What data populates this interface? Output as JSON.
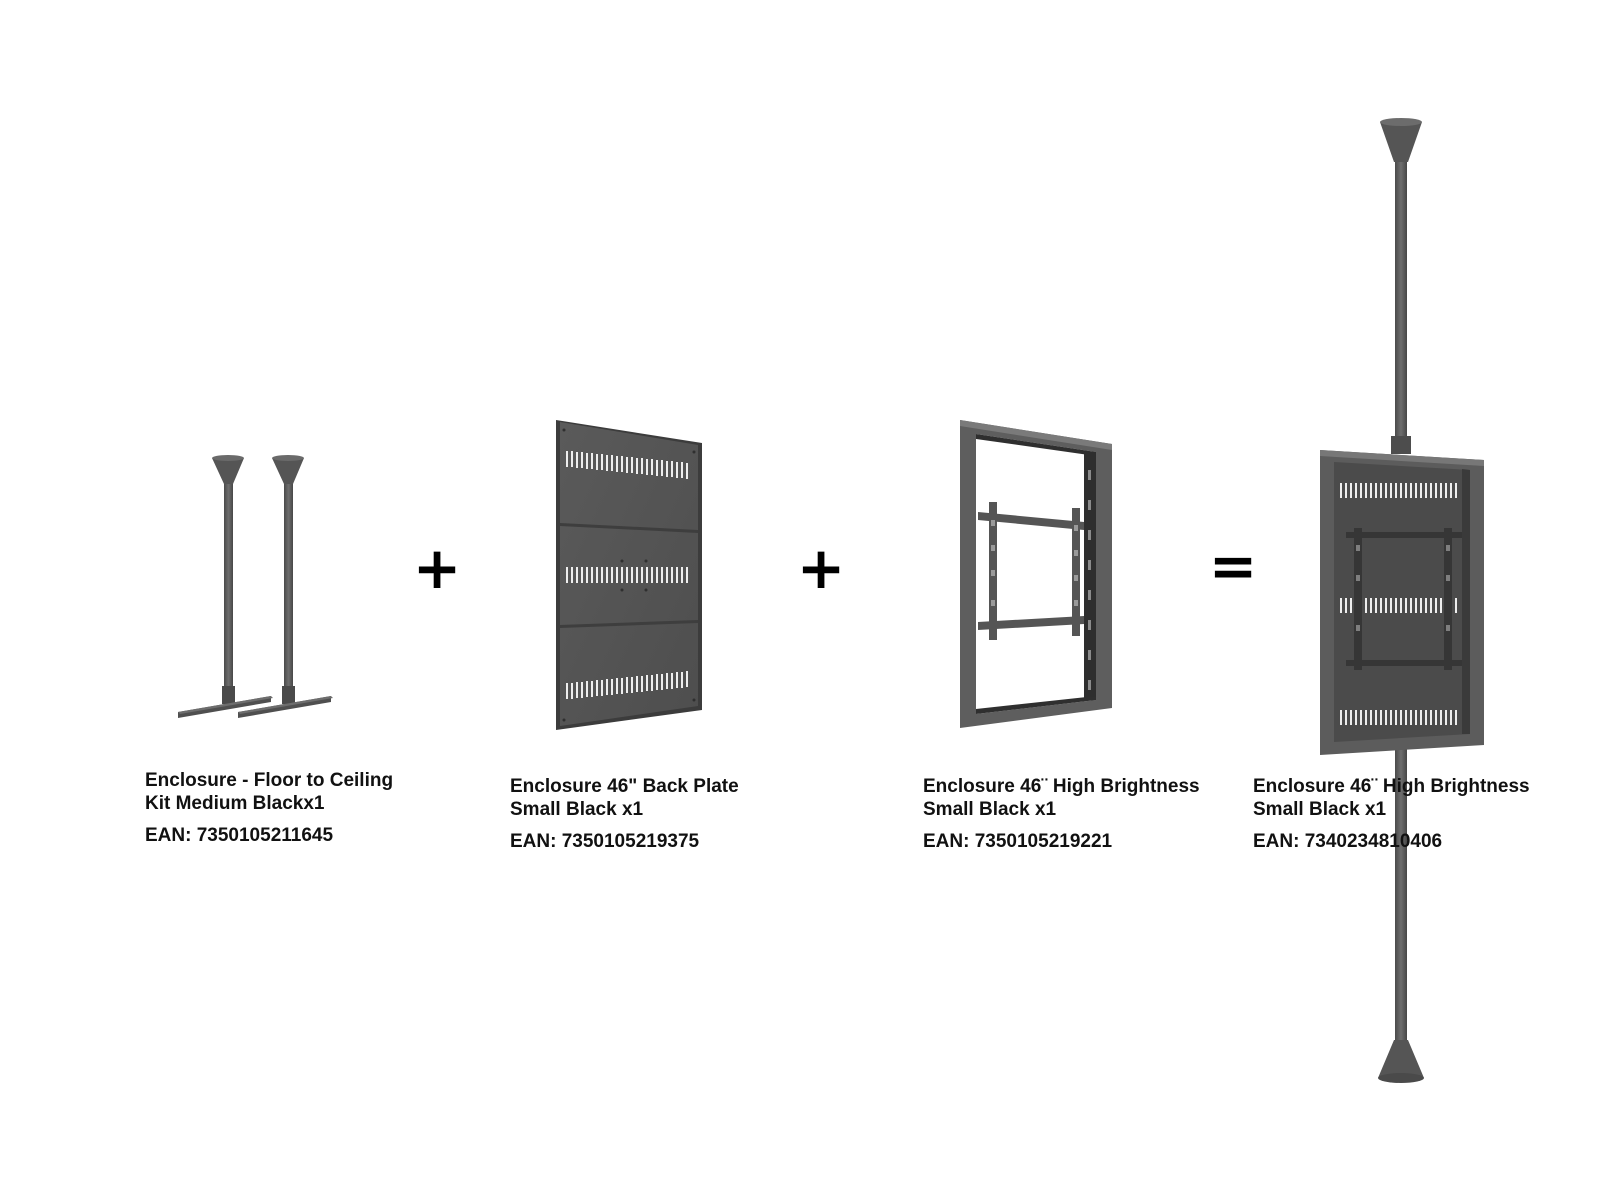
{
  "products": [
    {
      "name": "Enclosure - Floor to Ceiling\nKit Medium Blackx1",
      "ean": "EAN: 7350105211645",
      "icon": "floor-ceiling-poles-icon"
    },
    {
      "name": "Enclosure 46\" Back Plate\nSmall Black x1",
      "ean": "EAN: 7350105219375",
      "icon": "back-plate-icon"
    },
    {
      "name": "Enclosure 46¨ High Brightness\nSmall Black x1",
      "ean": "EAN: 7350105219221",
      "icon": "enclosure-frame-icon"
    },
    {
      "name": "Enclosure 46¨ High Brightness\nSmall Black x1",
      "ean": "EAN: 7340234810406",
      "icon": "assembled-enclosure-icon"
    }
  ],
  "operators": {
    "plus_1": "+",
    "plus_2": "+",
    "equals": "="
  },
  "colors": {
    "metal": "#5c5c5c",
    "metal_dark": "#3f3f3f",
    "metal_light": "#7a7a7a",
    "text": "#111111",
    "background": "#ffffff"
  }
}
